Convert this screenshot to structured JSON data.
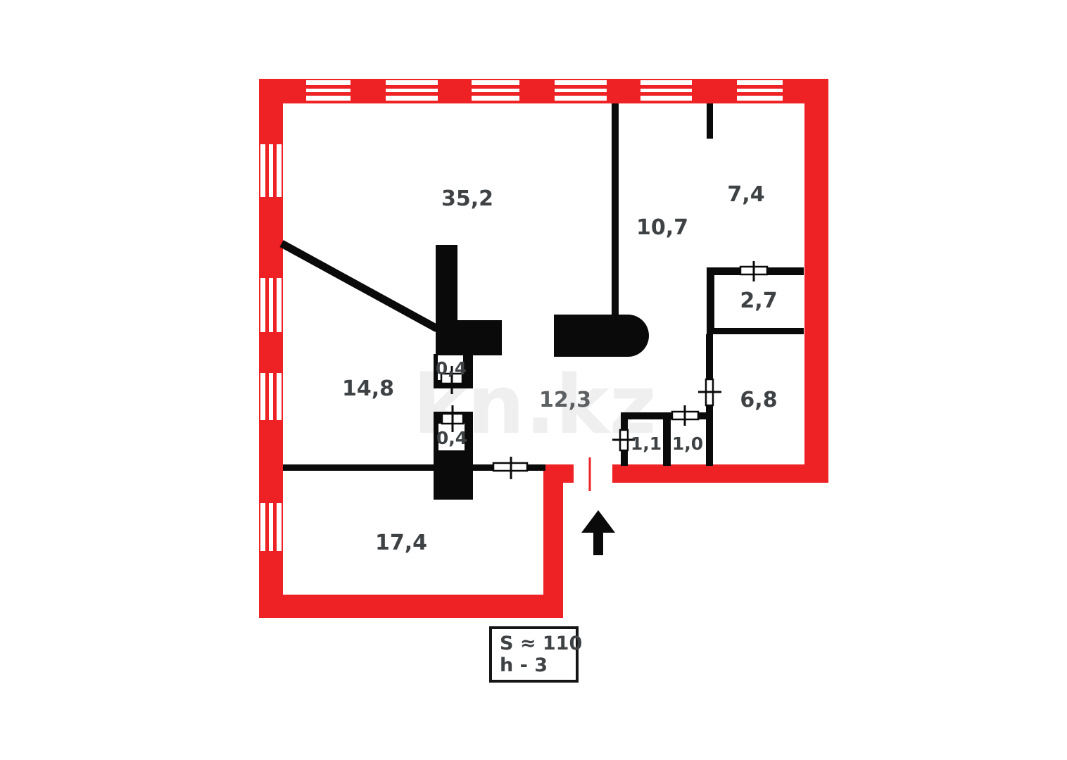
{
  "watermark": "kn.kz",
  "info_box": {
    "area": "S ≈ 110",
    "height": "h - 3"
  },
  "room_labels": [
    "35,2",
    "10,7",
    "7,4",
    "2,7",
    "6,8",
    "14,8",
    "12,3",
    "0,4",
    "0,4",
    "1,1",
    "1,0",
    "17,4"
  ],
  "colors": {
    "wall_red": "#ee2125",
    "wall_black": "#0a0a0a",
    "label": "#3f4245",
    "label_muted": "#5c6063"
  }
}
